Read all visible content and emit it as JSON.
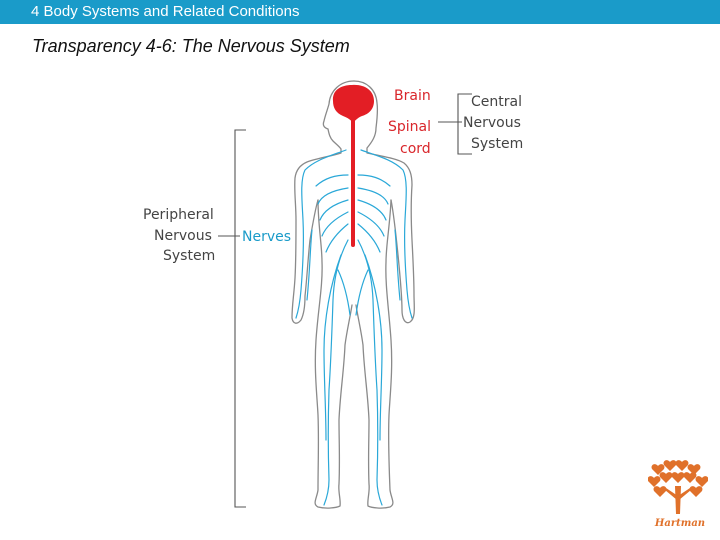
{
  "header": {
    "title": "4 Body Systems and Related Conditions"
  },
  "slide": {
    "title": "Transparency 4-6: The Nervous System"
  },
  "diagram": {
    "labels": {
      "brain": "Brain",
      "spinal_line1": "Spinal",
      "spinal_line2": "cord",
      "cns_line1": "Central",
      "cns_line2": "Nervous",
      "cns_line3": "System",
      "pns_line1": "Peripheral",
      "pns_line2": "Nervous",
      "pns_line3": "System",
      "nerves": "Nerves"
    },
    "colors": {
      "brain": "#e31e25",
      "nerves": "#2aa8d8",
      "outline": "#8a8a8a"
    }
  },
  "logo": {
    "name": "Hartman",
    "icon": "tree-of-hearts-icon",
    "color": "#e0712a"
  }
}
